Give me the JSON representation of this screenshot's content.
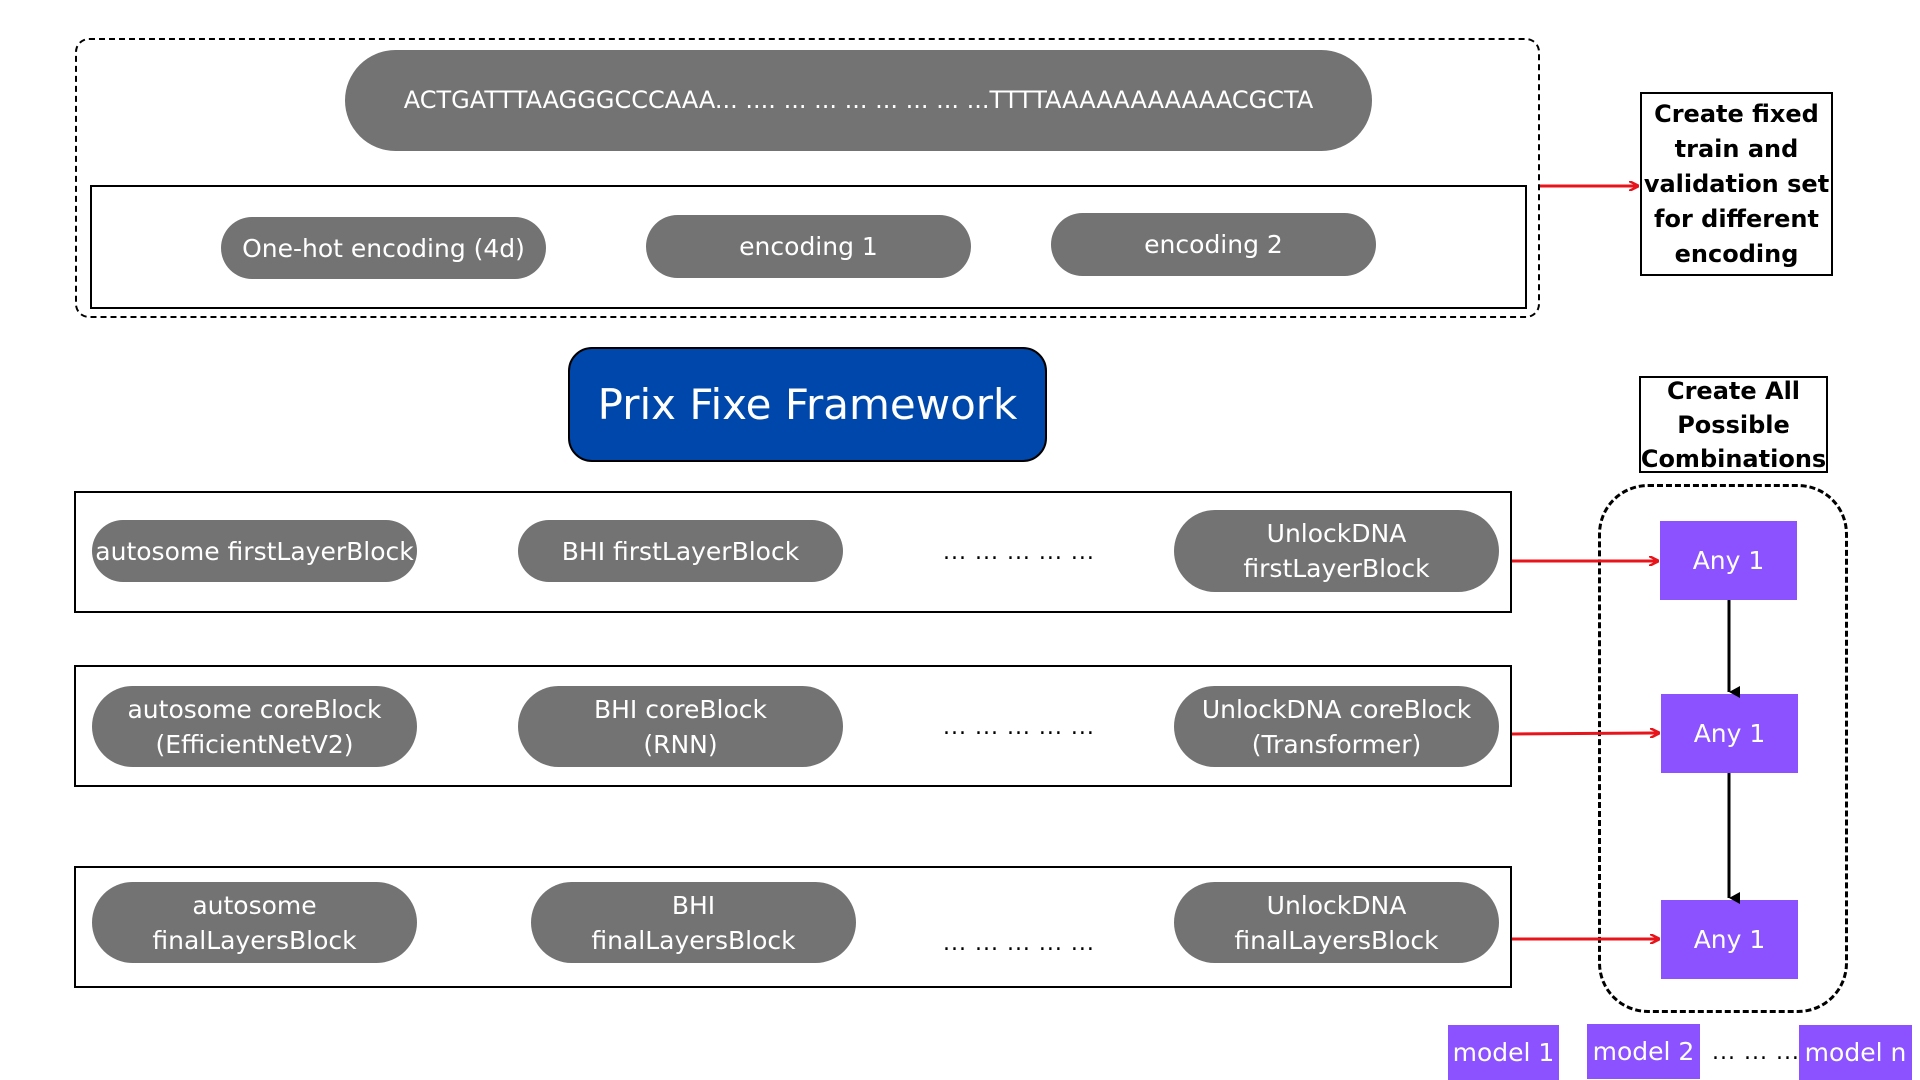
{
  "sequence_text": "ACTGATTTAAGGGCCCAAA... .... ... ... ... ... ... ... ...TTTTAAAAAAAAAAACGCTA",
  "encodings": [
    "One-hot encoding (4d)",
    "encoding 1",
    "encoding 2"
  ],
  "note_fixed": "Create fixed\ntrain and\nvalidation set\nfor different\nencoding",
  "framework_title": "Prix Fixe Framework",
  "note_combinations": "Create All\nPossible\nCombinations",
  "rows": [
    {
      "blocks": [
        "autosome firstLayerBlock",
        "BHI firstLayerBlock",
        "UnlockDNA\nfirstLayerBlock"
      ]
    },
    {
      "blocks": [
        "autosome coreBlock\n(EfficientNetV2)",
        "BHI coreBlock\n(RNN)",
        "UnlockDNA coreBlock\n(Transformer)"
      ]
    },
    {
      "blocks": [
        "autosome\nfinalLayersBlock",
        "BHI\nfinalLayersBlock",
        "UnlockDNA\nfinalLayersBlock"
      ]
    }
  ],
  "row_ellipsis": "... ... ... ... ...",
  "any_label": "Any 1",
  "models": [
    "model 1",
    "model 2",
    "model n"
  ],
  "models_ellipsis": "... ... ...",
  "colors": {
    "pill": "#737373",
    "framework": "#0047ab",
    "purple": "#8c52ff",
    "arrow": "#e8141b"
  }
}
